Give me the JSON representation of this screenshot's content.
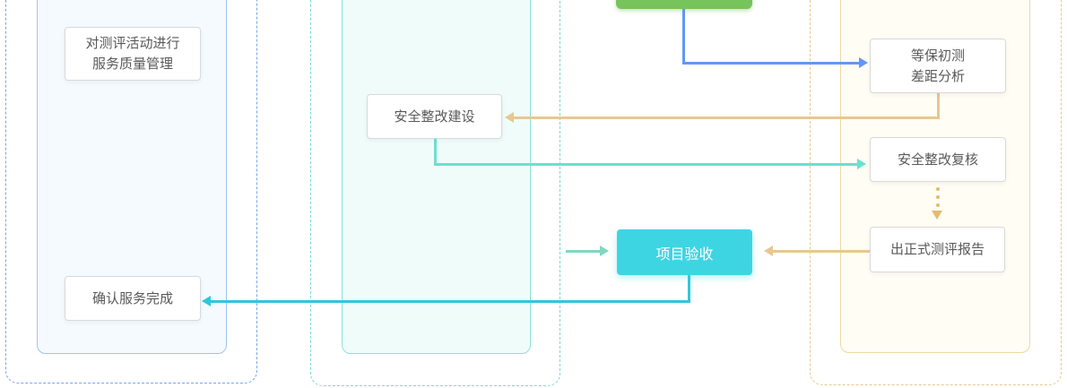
{
  "diagram": {
    "type": "swimlane-flowchart",
    "lanes": [
      {
        "position": "left",
        "accent": "#74a7f0",
        "panel_bg": "#f4fafe"
      },
      {
        "position": "middle",
        "accent": "#7fd9cb",
        "panel_bg": "#f0fcfa"
      },
      {
        "position": "right",
        "accent": "#e3c88f",
        "panel_bg": "#fffdf4"
      }
    ],
    "nodes": {
      "quality_mgmt": {
        "line1": "对测评活动进行",
        "line2": "服务质量管理"
      },
      "confirm_done": {
        "label": "确认服务完成"
      },
      "rectify_build": {
        "label": "安全整改建设"
      },
      "gap_analysis": {
        "line1": "等保初测",
        "line2": "差距分析"
      },
      "rectify_review": {
        "label": "安全整改复核"
      },
      "final_report": {
        "label": "出正式测评报告"
      },
      "acceptance": {
        "label": "项目验收"
      },
      "start_green": {
        "label": ""
      }
    },
    "colors": {
      "node_border": "#d9d9d9",
      "node_text": "#595959",
      "start_green": "#77c35c",
      "acceptance_bg": "#3ed5e3",
      "arrow_blue": "#6197f5",
      "arrow_tan": "#e7c88e",
      "arrow_teal_light": "#6be0cf",
      "arrow_green_soft": "#7ed8bf",
      "arrow_cyan": "#2fc8da",
      "arrow_dotted": "#e0bd72"
    }
  }
}
